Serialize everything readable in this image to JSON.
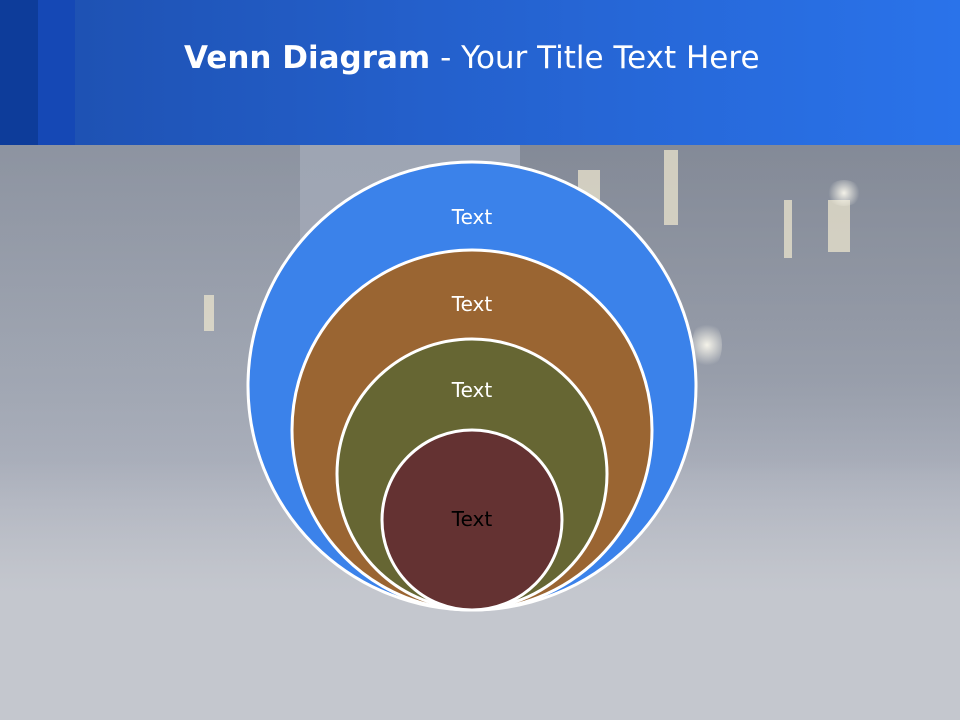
{
  "header": {
    "title_bold": "Venn Diagram",
    "title_rest": " - Your Title Text Here"
  },
  "diagram": {
    "circles": [
      {
        "label": "Text",
        "fill": "#3b82ea",
        "text_color": "#ffffff"
      },
      {
        "label": "Text",
        "fill": "#9a6532",
        "text_color": "#ffffff"
      },
      {
        "label": "Text",
        "fill": "#666633",
        "text_color": "#ffffff"
      },
      {
        "label": "Text",
        "fill": "#643232",
        "text_color": "#000000"
      }
    ],
    "outline_color": "#ffffff"
  },
  "colors": {
    "header": "#2460cc",
    "background": "#c4c7ce"
  }
}
